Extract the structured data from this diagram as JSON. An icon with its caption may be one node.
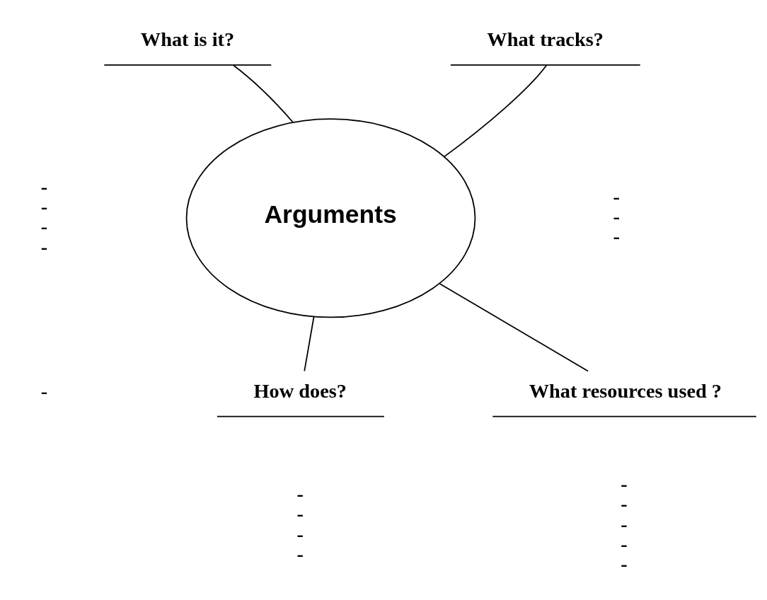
{
  "diagram": {
    "nodes": [
      {
        "text": [
          "Arguments"
        ]
      },
      {
        "text": [
          "What is it?"
        ],
        "beside": [
          "-",
          "-",
          "-",
          "-"
        ]
      },
      {
        "text": [
          "What tracks?"
        ],
        "beside": [
          "-",
          "-",
          "-"
        ]
      },
      {
        "text": [
          "What resources used ?"
        ],
        "beside": [
          "-",
          "-",
          "-",
          "-",
          "-"
        ]
      },
      {
        "text": [
          "How does?"
        ],
        "beside": [
          "-",
          "-",
          "-",
          "-"
        ]
      }
    ],
    "edges": [
      {
        "from": 0,
        "to": 1,
        "arrow": "none"
      },
      {
        "from": 0,
        "to": 2,
        "arrow": "none"
      },
      {
        "from": 0,
        "to": 3,
        "arrow": "none"
      },
      {
        "from": 0,
        "to": 4,
        "arrow": "none"
      }
    ],
    "labels": [
      "-"
    ]
  }
}
